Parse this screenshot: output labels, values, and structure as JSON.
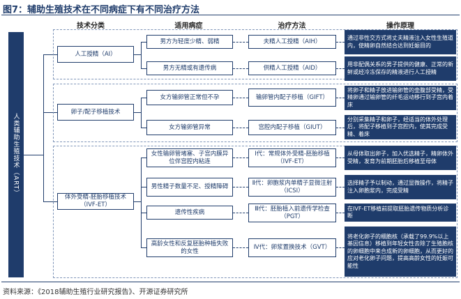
{
  "title": "图7：辅助生殖技术在不同病症下有不同治疗方法",
  "headers": {
    "tech": "技术分类",
    "disease": "适用病症",
    "method": "治疗方法",
    "principle": "操作原理"
  },
  "root": "人类辅助生殖技术（ART）",
  "categories": [
    "人工授精（AI）",
    "卵子/配子移植技术",
    "体外受精-胚胎移植技术（IVF-ET）"
  ],
  "rows": [
    {
      "disease": "男方为轻度少精、弱精",
      "method": "夫精人工授精（AIH）",
      "principle": "通过非性交方式将丈夫精液注入女性生殖道内，使精卵自然结合达到妊娠目的"
    },
    {
      "disease": "男方无精或有遗传病",
      "method": "供精人工授精（AID）",
      "principle": "用非配偶关系的男子提供的健康、正常的新鲜或经冷冻保存的精液进行人工授精"
    },
    {
      "disease": "女方输卵管正常但不孕",
      "method": "输卵管内配子移植（GIFT）",
      "principle": "将卵子和精子放进输卵管的壶腹部受精，受精卵通过输卵管的纤毛运动移行到子宫内着床"
    },
    {
      "disease": "女方输卵管异常",
      "method": "宫腔内配子移植（GIUT）",
      "principle": "分别采集精子和卵子，经适当的体外处理后，将配子移植到子宫腔内，使其完成受精、着床"
    },
    {
      "disease": "女性输卵管堵塞、子宫内膜异位伴宫腔内粘连",
      "method": "Ⅰ代：常规体外受精-胚胎移植（IVF-ET）",
      "principle": "从母体取出卵子，加入优选精子，精卵体外受精，发育为前期胚胎后移植至母体"
    },
    {
      "disease": "男性精子数量不足、授精障碍",
      "method": "Ⅱ代：卵胞浆内单精子显微注射（ICSI）",
      "principle": "选择精子予以制动，通过显微操作，将精子注入卵胞浆内，完成受精"
    },
    {
      "disease": "遗传性疾病",
      "method": "Ⅲ代：胚胎植入前遗传学检查（PGT）",
      "principle": "在IVF-ET移植前提取胚胎遗传物质分析诊断"
    },
    {
      "disease": "高龄女性和反复胚胎种植失败的女性",
      "method": "Ⅳ代：卵浆置换技术（GVT）",
      "principle": "将老化卵子的细胞核（承载了99.9%以上基因信息）移植到年轻女性去除了生殖胞核的卵细胞中来合成新的卵细胞，从而更好的应对老化卵子问题，提高高龄女性的妊娠可能性"
    }
  ],
  "source": "资料来源：《2018辅助生殖行业研究报告》、开源证券研究所"
}
